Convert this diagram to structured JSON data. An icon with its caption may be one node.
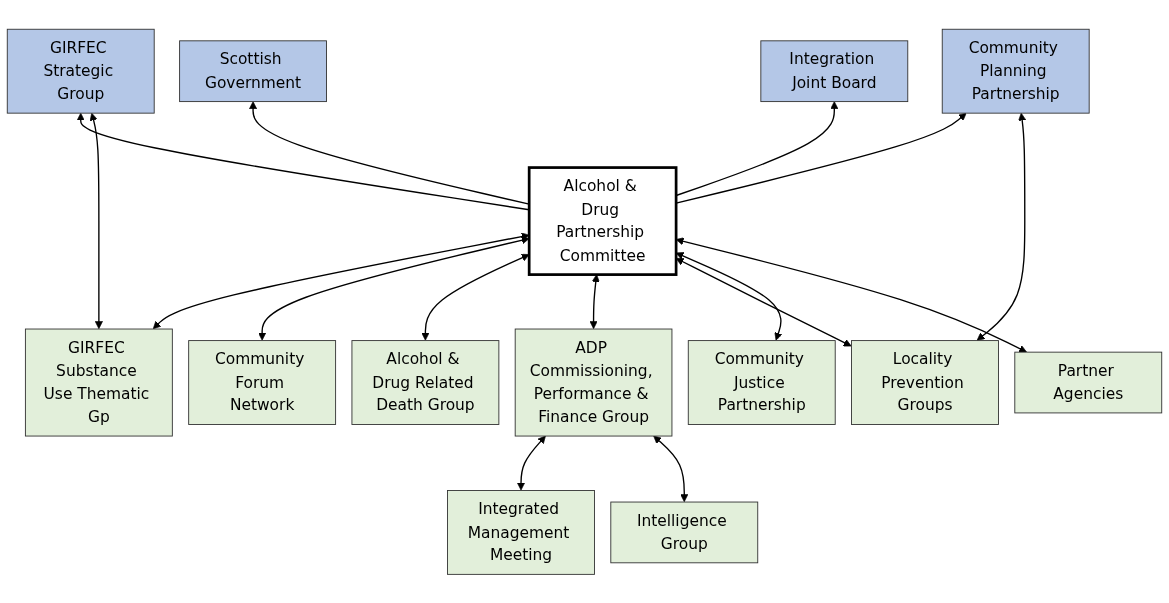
{
  "diagram": {
    "nodes": [
      {
        "text": [
          "GIRFEC Strategic Group"
        ]
      },
      {
        "text": [
          "Scottish Government"
        ]
      },
      {
        "text": [
          "Integration Joint Board"
        ]
      },
      {
        "text": [
          "Community Planning Partnership"
        ]
      },
      {
        "text": [
          "Alcohol & Drug Partnership Committee"
        ]
      },
      {
        "text": [
          "GIRFEC Substance Use Thematic Gp"
        ]
      },
      {
        "text": [
          "Locality Prevention Groups"
        ]
      },
      {
        "text": [
          "Community Forum Network"
        ]
      },
      {
        "text": [
          "ADP Commissioning, Performance & Finance Group"
        ]
      },
      {
        "text": [
          "Community Justice Partnership"
        ]
      },
      {
        "text": [
          "Alcohol & Drug Related Death Group"
        ]
      },
      {
        "text": [
          "Partner Agencies"
        ]
      },
      {
        "text": [
          "Integrated Management Meeting"
        ]
      },
      {
        "text": [
          "Intelligence Group"
        ]
      }
    ],
    "edges": [
      {
        "from": 4,
        "to": 0,
        "arrow": "to"
      },
      {
        "from": 4,
        "to": 1,
        "arrow": "to"
      },
      {
        "from": 4,
        "to": 2,
        "arrow": "to"
      },
      {
        "from": 4,
        "to": 3,
        "arrow": "to"
      },
      {
        "from": 0,
        "to": 5,
        "arrow": "both"
      },
      {
        "from": 3,
        "to": 6,
        "arrow": "both"
      },
      {
        "from": 4,
        "to": 5,
        "arrow": "both"
      },
      {
        "from": 4,
        "to": 7,
        "arrow": "both"
      },
      {
        "from": 4,
        "to": 10,
        "arrow": "both"
      },
      {
        "from": 4,
        "to": 8,
        "arrow": "both"
      },
      {
        "from": 4,
        "to": 6,
        "arrow": "both"
      },
      {
        "from": 4,
        "to": 9,
        "arrow": "both"
      },
      {
        "from": 4,
        "to": 11,
        "arrow": "both"
      },
      {
        "from": 8,
        "to": 12,
        "arrow": "both"
      },
      {
        "from": 8,
        "to": 13,
        "arrow": "both"
      }
    ]
  }
}
